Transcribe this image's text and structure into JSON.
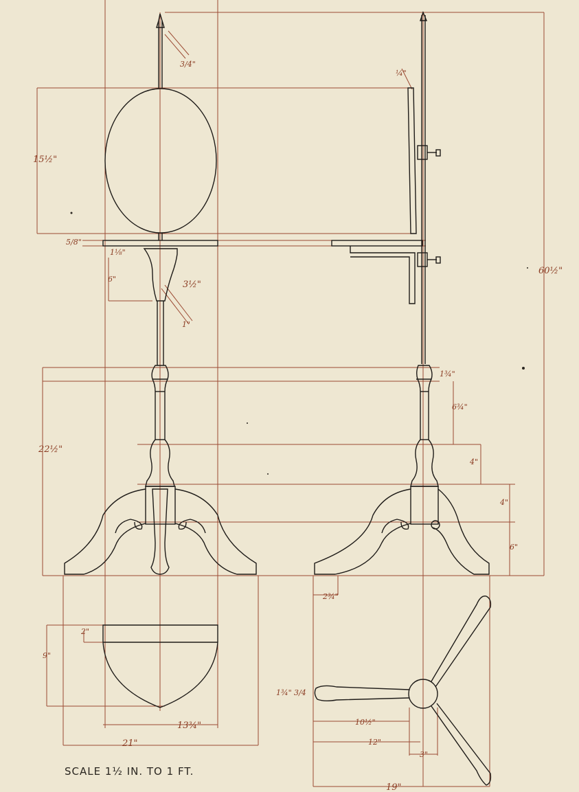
{
  "drawing": {
    "caption": "SCALE  1½ IN.  TO  1 FT.",
    "dimensions": {
      "finial": "3/4\"",
      "mirror_height": "15½\"",
      "top_thickness": "5/8\"",
      "drawer_gap": "1⅛\"",
      "bracket_height": "6\"",
      "bracket_width": "3½\"",
      "stem_dia": "1\"",
      "overall_height": "60½\"",
      "column_height": "22½\"",
      "collar": "1¾\"",
      "shaft": "6¾\"",
      "urn": "4\"",
      "block": "4\"",
      "feet": "6\"",
      "mirror_side_gap": "¼\"",
      "foot_depth": "2¾\"",
      "plan_depth": "9\"",
      "plan_rim": "2\"",
      "plan_inner": "13¾\"",
      "plan_overall": "21\"",
      "foot_thick_a": "1¾\"",
      "foot_thick_b": "3/4",
      "leg_reach": "10½\"",
      "leg_span": "12\"",
      "hub": "3\"",
      "base_span": "19\""
    }
  },
  "colors": {
    "paper": "#eee7d2",
    "ink": "#1e1b18",
    "construction": "#9b4a33",
    "label": "#8a3b22"
  }
}
